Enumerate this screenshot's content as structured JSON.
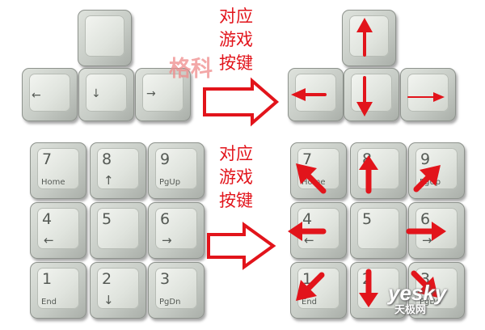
{
  "label_text": [
    "对应",
    "游戏",
    "按键"
  ],
  "watermark": "格科",
  "logo": {
    "brand": "yesky",
    "sub": "天极网"
  },
  "arrow_keys": {
    "left": "←",
    "down": "↓",
    "right": "→"
  },
  "keypad": [
    {
      "num": "7",
      "sub": "Home"
    },
    {
      "num": "8",
      "sub": "↑"
    },
    {
      "num": "9",
      "sub": "PgUp"
    },
    {
      "num": "4",
      "sub": "←"
    },
    {
      "num": "5",
      "sub": ""
    },
    {
      "num": "6",
      "sub": "→"
    },
    {
      "num": "1",
      "sub": "End"
    },
    {
      "num": "2",
      "sub": "↓"
    },
    {
      "num": "3",
      "sub": "PgDn"
    }
  ],
  "colors": {
    "accent_red": "#e2141b",
    "key_gray": "#c7ccc6",
    "watermark_pink": "#f08c8c"
  }
}
